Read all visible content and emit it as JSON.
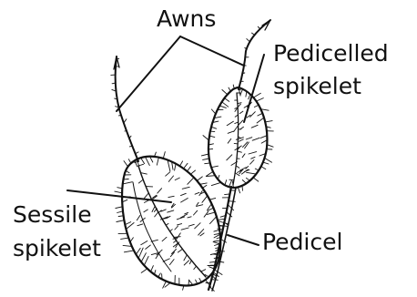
{
  "labels": {
    "awns": "Awns",
    "pedicelled_line1": "Pedicelled",
    "pedicelled_line2": "spikelet",
    "sessile_line1": "Sessile",
    "sessile_line2": "spikelet",
    "pedicel": "Pedicel"
  },
  "colors": {
    "ink": "#111111",
    "background": "#ffffff"
  }
}
